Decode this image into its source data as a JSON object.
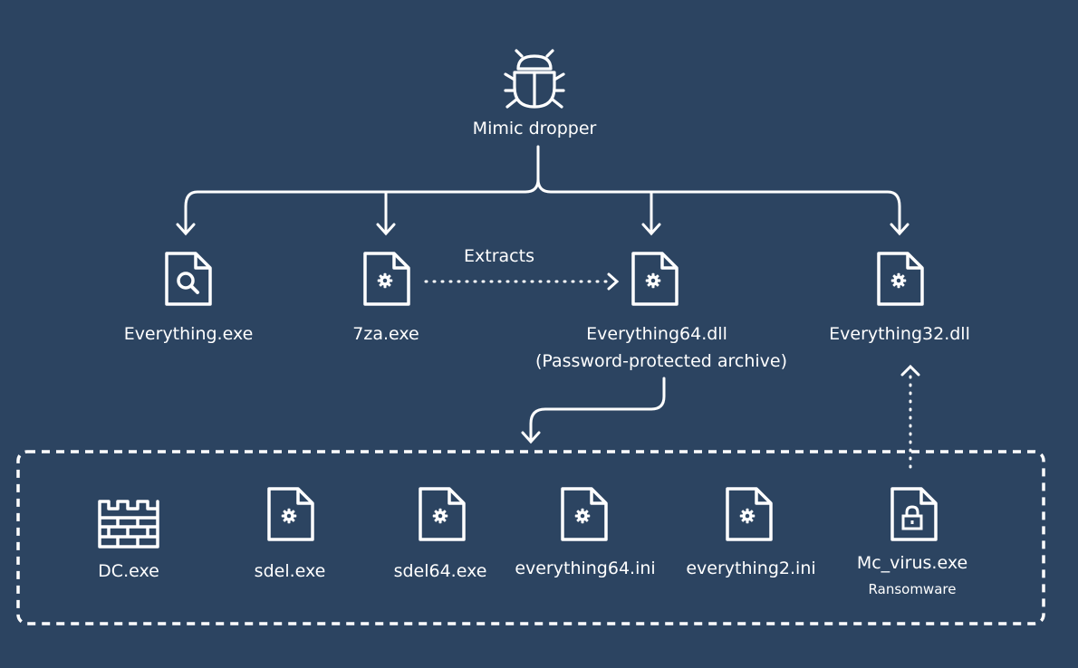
{
  "colors": {
    "background": "#2c4461",
    "foreground": "#ffffff"
  },
  "root": {
    "icon": "bug-icon",
    "label": "Mimic dropper"
  },
  "edge_label": "Extracts",
  "top_files": [
    {
      "icon": "search-file-icon",
      "label": "Everything.exe"
    },
    {
      "icon": "gear-file-icon",
      "label": "7za.exe"
    },
    {
      "icon": "gear-file-icon",
      "label": "Everything64.dll",
      "note": "(Password-protected archive)"
    },
    {
      "icon": "gear-file-icon",
      "label": "Everything32.dll"
    }
  ],
  "archive_contents": [
    {
      "icon": "firewall-icon",
      "label": "DC.exe"
    },
    {
      "icon": "gear-file-icon",
      "label": "sdel.exe"
    },
    {
      "icon": "gear-file-icon",
      "label": "sdel64.exe"
    },
    {
      "icon": "gear-file-icon",
      "label": "everything64.ini"
    },
    {
      "icon": "gear-file-icon",
      "label": "everything2.ini"
    },
    {
      "icon": "lock-file-icon",
      "label": "Mc_virus.exe",
      "note": "Ransomware"
    }
  ]
}
